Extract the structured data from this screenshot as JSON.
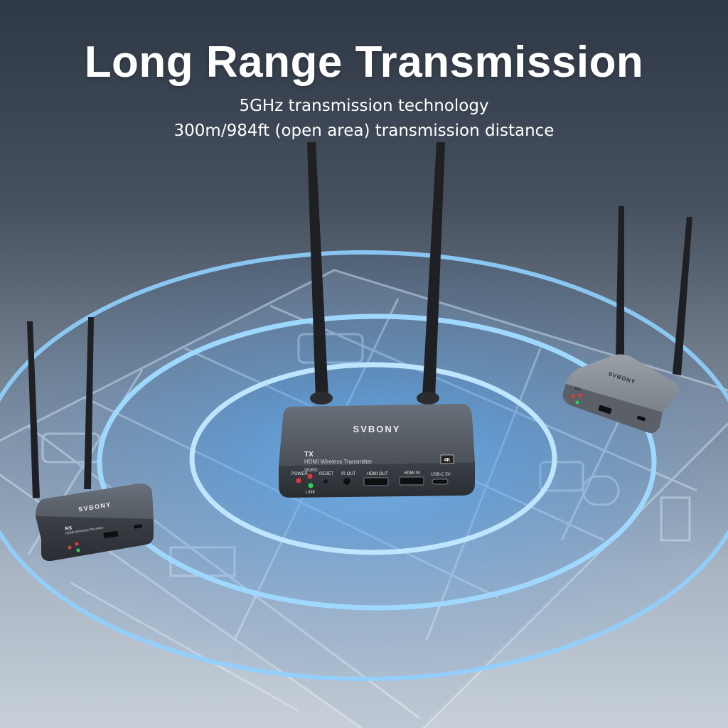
{
  "headline": "Long Range Transmission",
  "subheadings": [
    "5GHz transmission technology",
    "300m/984ft (open area) transmission distance"
  ],
  "devices": {
    "transmitter": {
      "brand": "SVBONY",
      "model_tag": "TX",
      "description": "HDMI Wireless Transmitter",
      "badge": "4K",
      "led_labels": [
        "POWER",
        "VIDEO",
        "LINK"
      ],
      "port_labels": [
        "RESET",
        "IR OUT",
        "HDMI OUT",
        "HDMI IN",
        "USB-C 5V"
      ]
    },
    "receiver_left": {
      "brand": "SVBONY",
      "model_tag": "RX",
      "description": "HDMI Wireless Receiver"
    },
    "receiver_right": {
      "brand": "SVBONY",
      "model_tag": "RX"
    }
  },
  "colors": {
    "signal_ring": "#3aa0f5",
    "signal_ring_glow": "#8fd0ff",
    "device_body": "#4b5057",
    "led_red": "#e33b3b",
    "led_green": "#2fd35c",
    "floorplan": "#8da3bd"
  }
}
